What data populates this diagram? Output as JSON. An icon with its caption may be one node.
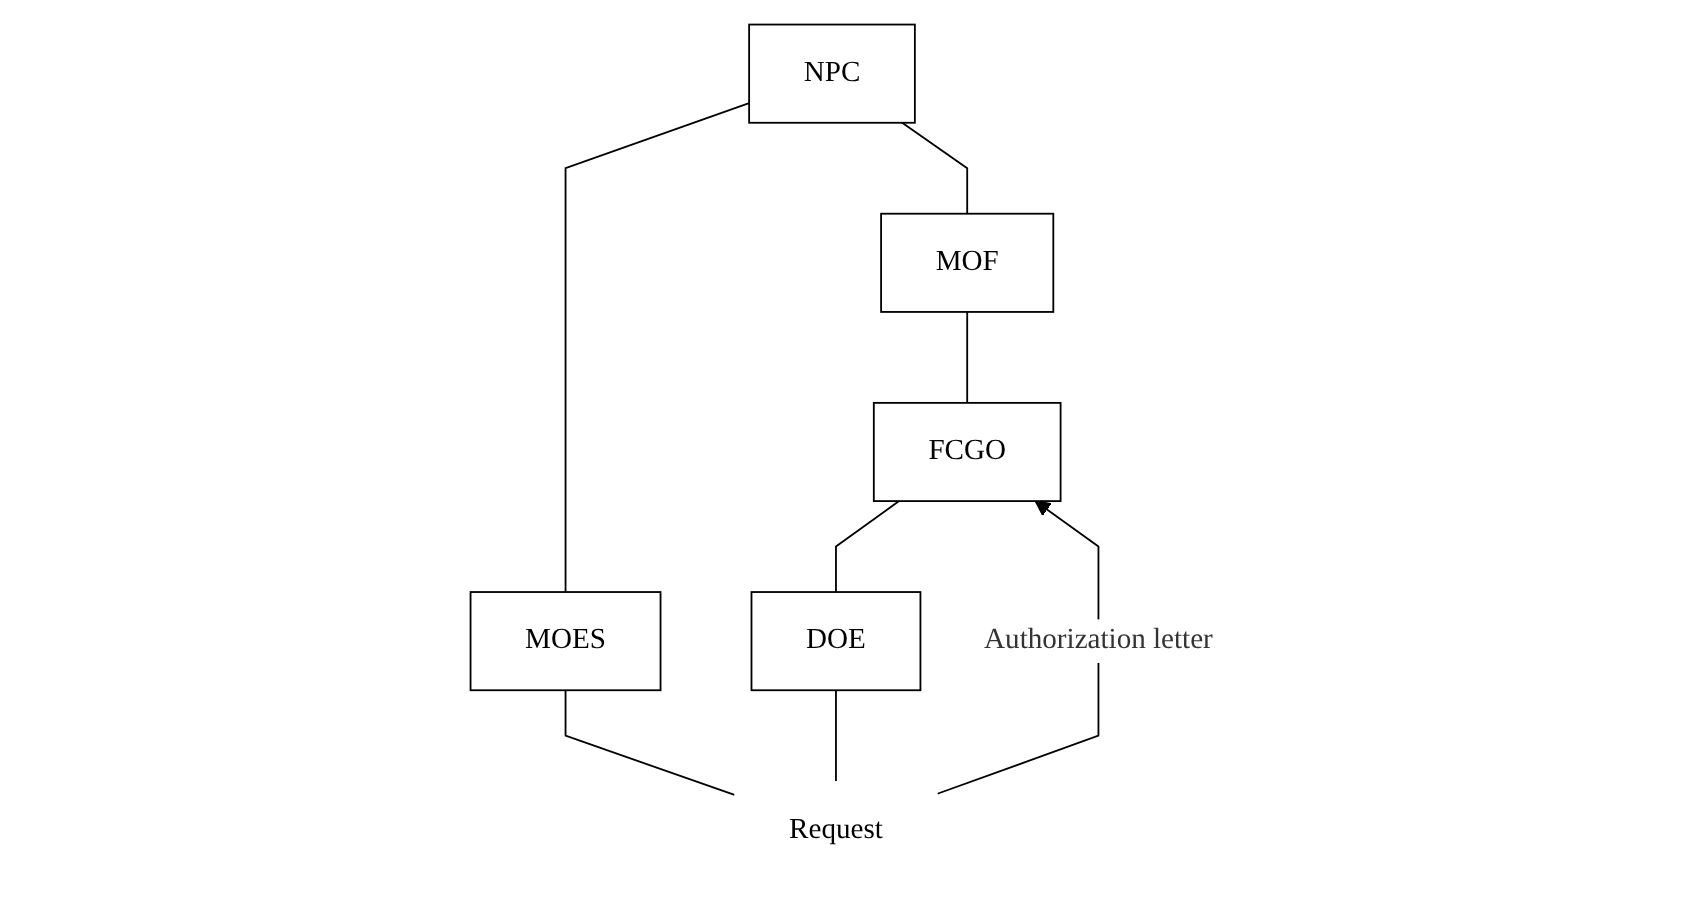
{
  "diagram": {
    "nodes": [
      {
        "text": [
          "NPC"
        ]
      },
      {
        "text": [
          "MOF"
        ]
      },
      {
        "text": [
          "MOES"
        ]
      },
      {
        "text": [
          "FCGO"
        ]
      },
      {
        "text": [
          "DOE"
        ]
      },
      {
        "text": [
          "Request"
        ]
      }
    ],
    "edges": [
      {
        "from": 0,
        "to": 1,
        "arrow": "none"
      },
      {
        "from": 0,
        "to": 2,
        "arrow": "none"
      },
      {
        "from": 1,
        "to": 3,
        "arrow": "none"
      },
      {
        "from": 2,
        "to": 5,
        "arrow": "none"
      },
      {
        "from": 4,
        "to": 5,
        "arrow": "none"
      },
      {
        "from": 5,
        "to": 3,
        "label": "Authorization letter",
        "arrow": "to"
      },
      {
        "from": 3,
        "to": 4,
        "arrow": "none"
      }
    ]
  }
}
